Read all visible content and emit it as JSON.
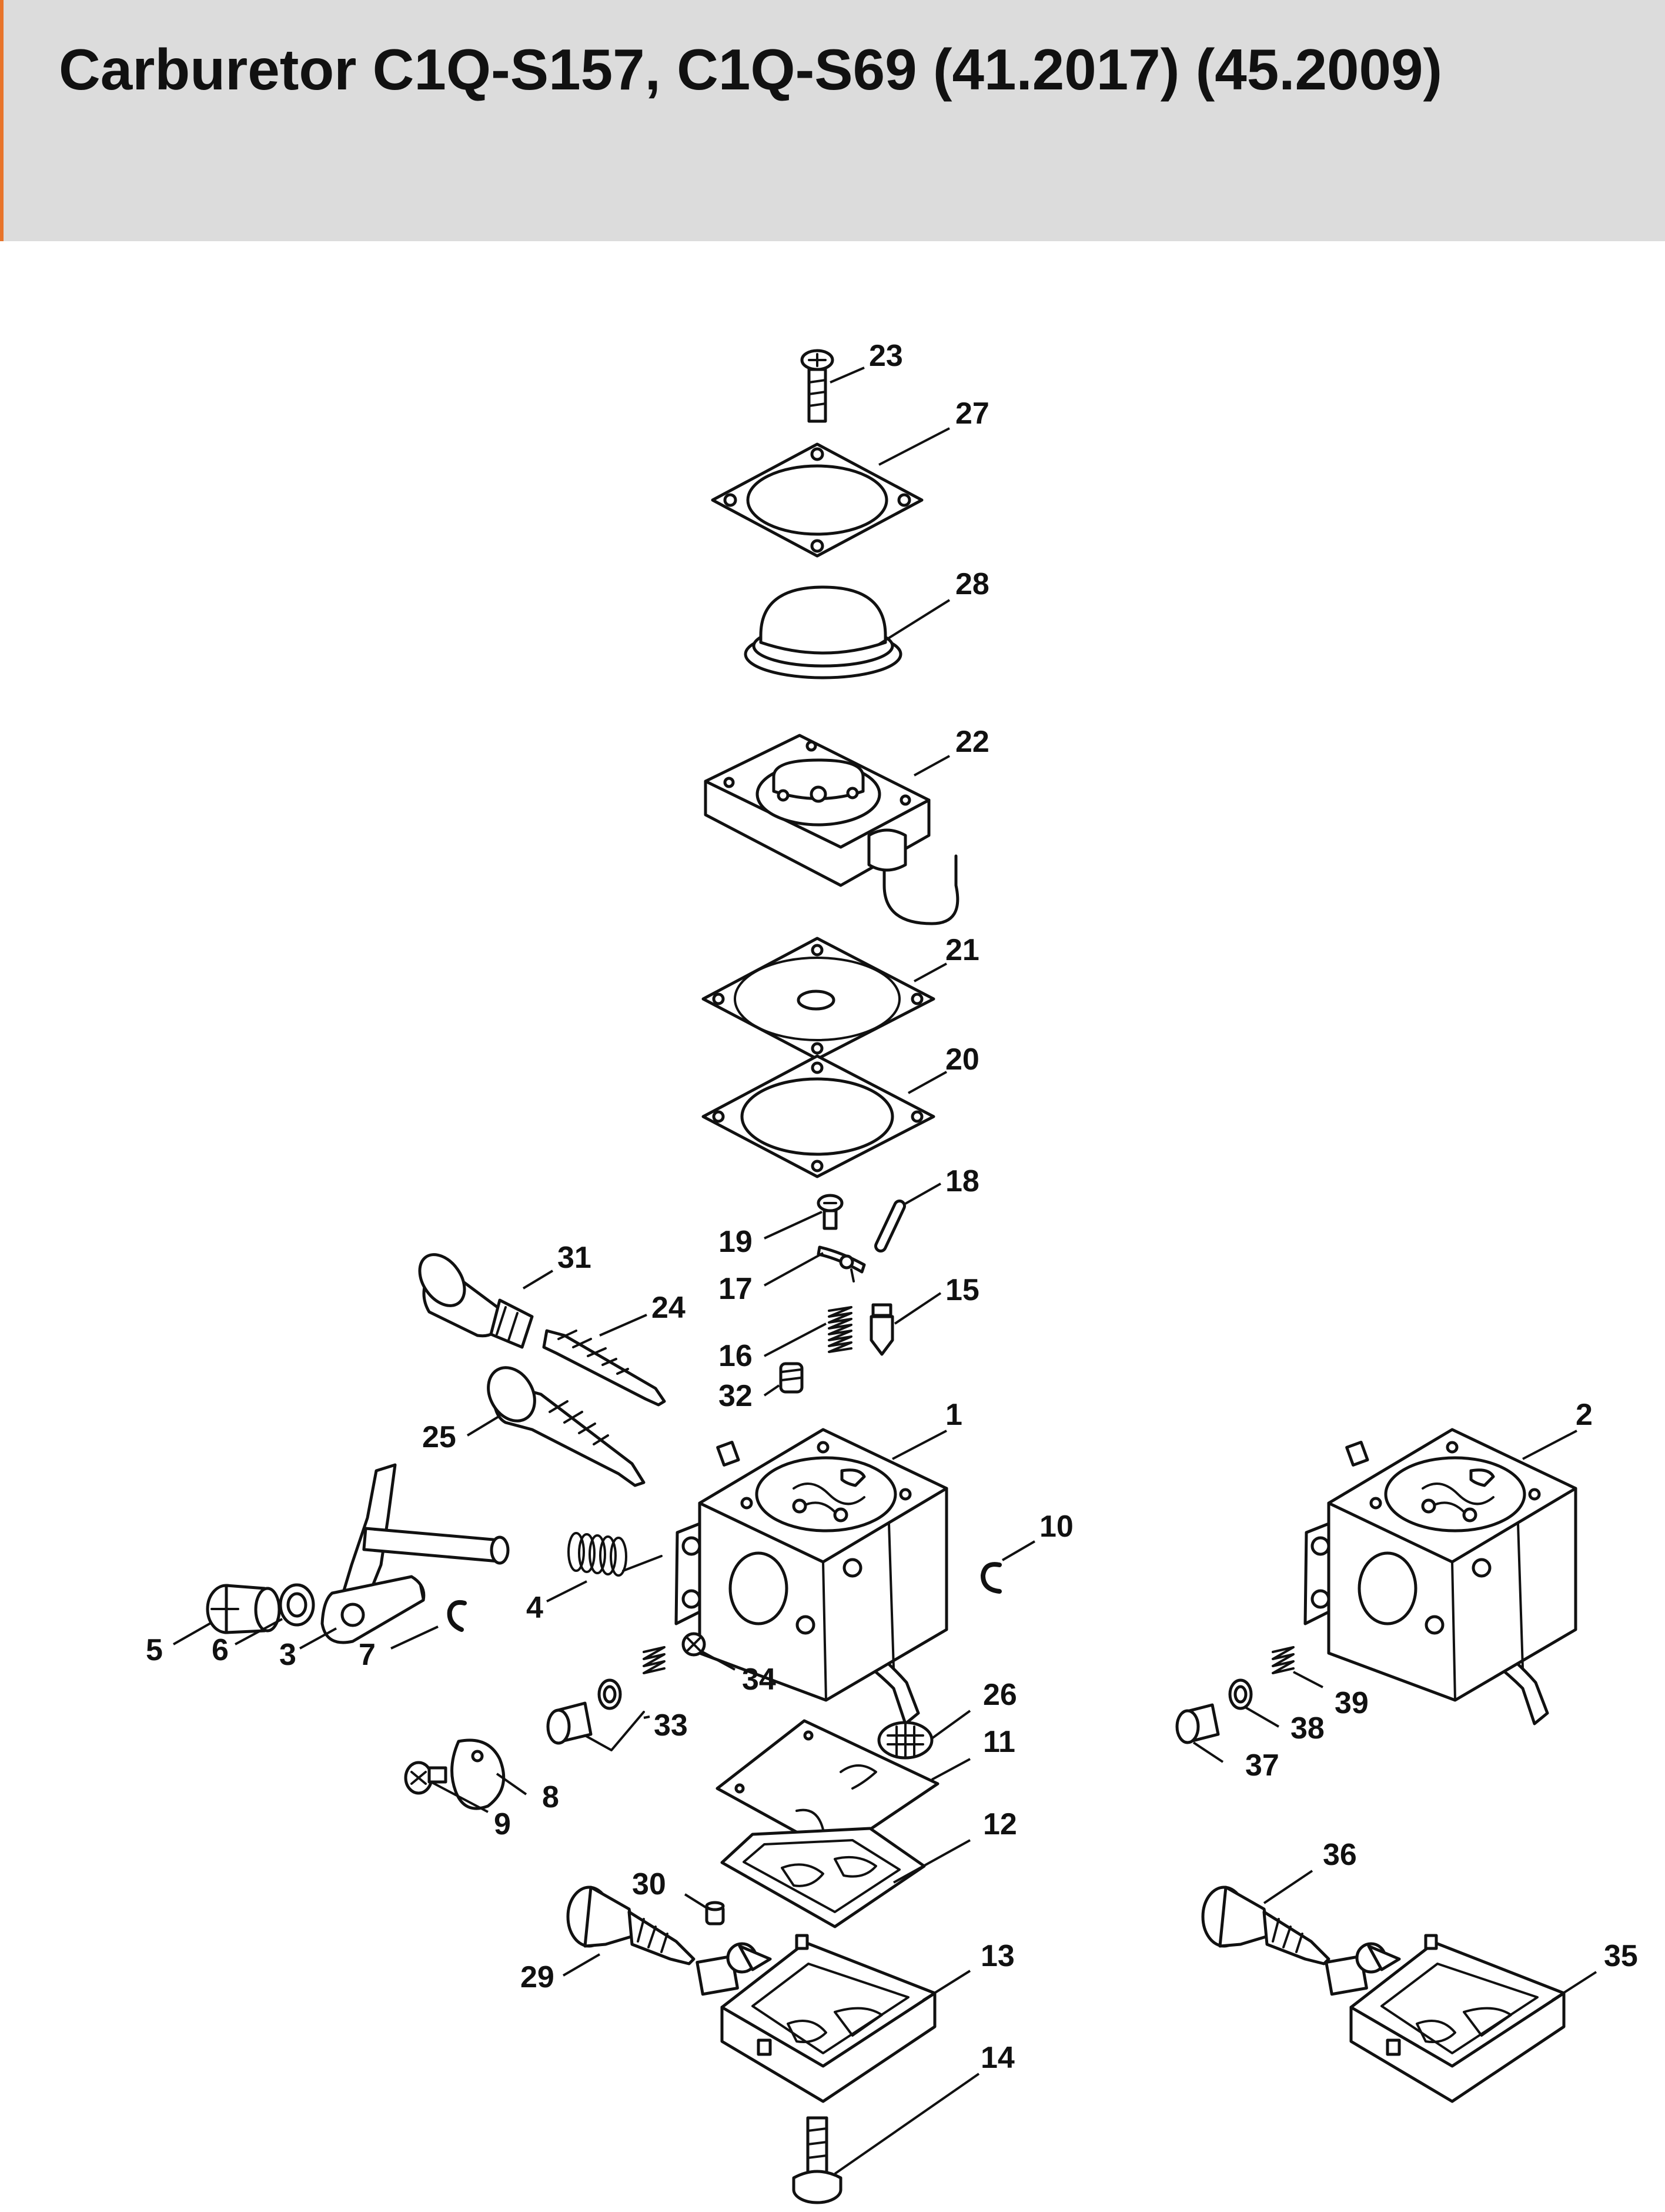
{
  "header": {
    "title": "Carburetor C1Q-S157, C1Q-S69 (41.2017) (45.2009)",
    "accent_color": "#e8742a",
    "background_color": "#dcdcdc"
  },
  "callouts": {
    "c1": "1",
    "c2": "2",
    "c3": "3",
    "c4": "4",
    "c5": "5",
    "c6": "6",
    "c7": "7",
    "c8": "8",
    "c9": "9",
    "c10": "10",
    "c11": "11",
    "c12": "12",
    "c13": "13",
    "c14": "14",
    "c15": "15",
    "c16": "16",
    "c17": "17",
    "c18": "18",
    "c19": "19",
    "c20": "20",
    "c21": "21",
    "c22": "22",
    "c23": "23",
    "c24": "24",
    "c25": "25",
    "c26": "26",
    "c27": "27",
    "c28": "28",
    "c29": "29",
    "c30": "30",
    "c31": "31",
    "c32": "32",
    "c33": "33",
    "c34": "34",
    "c35": "35",
    "c36": "36",
    "c37": "37",
    "c38": "38",
    "c39": "39"
  }
}
